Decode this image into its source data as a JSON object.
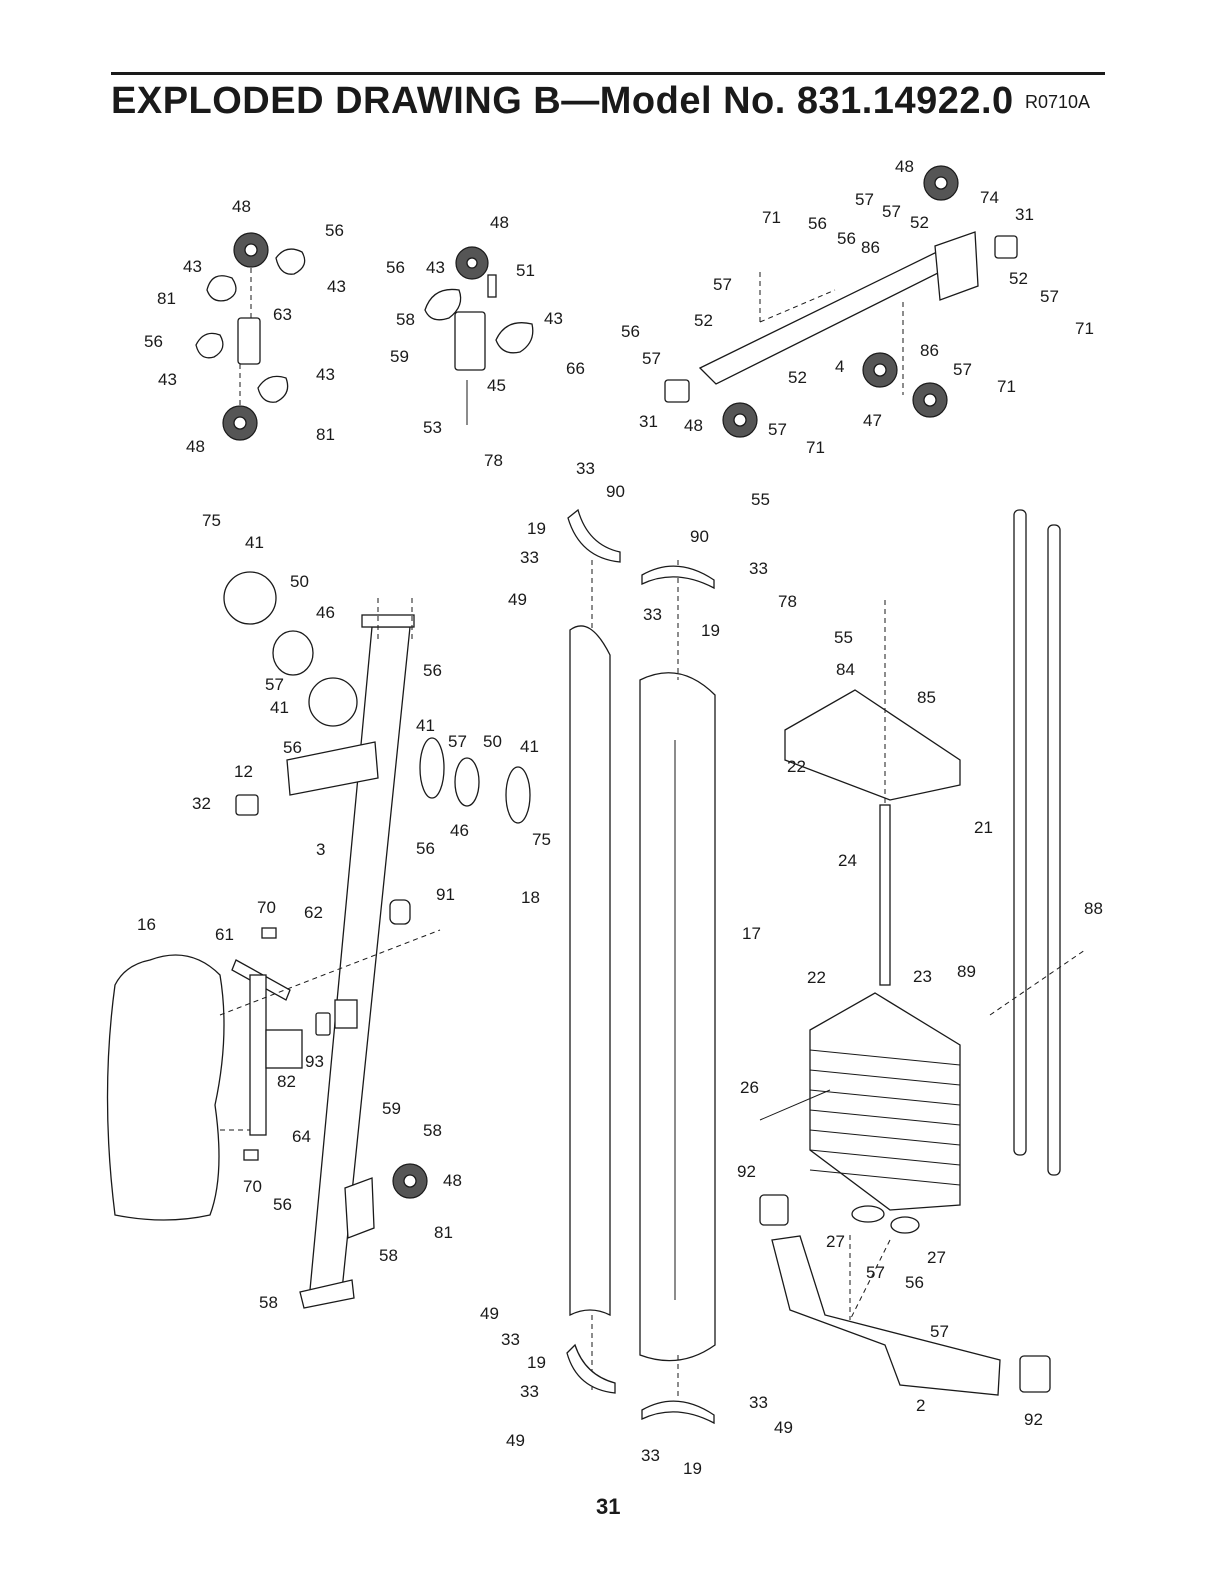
{
  "header": {
    "title": "EXPLODED DRAWING B—Model No. 831.14922.0",
    "ref_code": "R0710A"
  },
  "footer": {
    "page_number": "31"
  },
  "colors": {
    "ink": "#1a1a1a",
    "paper": "#ffffff",
    "wheel": "#555555"
  },
  "callouts": [
    "48",
    "56",
    "43",
    "43",
    "81",
    "63",
    "56",
    "43",
    "43",
    "48",
    "81",
    "48",
    "56",
    "43",
    "51",
    "58",
    "43",
    "59",
    "66",
    "45",
    "53",
    "48",
    "71",
    "56",
    "57",
    "56",
    "57",
    "52",
    "86",
    "74",
    "31",
    "57",
    "52",
    "57",
    "56",
    "52",
    "71",
    "57",
    "86",
    "4",
    "52",
    "57",
    "71",
    "31",
    "48",
    "57",
    "71",
    "47",
    "78",
    "33",
    "90",
    "19",
    "90",
    "33",
    "33",
    "49",
    "33",
    "78",
    "19",
    "55",
    "75",
    "41",
    "50",
    "46",
    "56",
    "57",
    "41",
    "41",
    "57",
    "50",
    "41",
    "56",
    "12",
    "32",
    "46",
    "56",
    "75",
    "3",
    "55",
    "84",
    "85",
    "22",
    "21",
    "24",
    "22",
    "23",
    "89",
    "88",
    "91",
    "18",
    "17",
    "16",
    "70",
    "62",
    "61",
    "93",
    "82",
    "64",
    "59",
    "58",
    "48",
    "70",
    "56",
    "81",
    "58",
    "58",
    "26",
    "92",
    "27",
    "27",
    "57",
    "56",
    "57",
    "2",
    "92",
    "49",
    "33",
    "19",
    "33",
    "49",
    "33",
    "33",
    "49",
    "19"
  ]
}
